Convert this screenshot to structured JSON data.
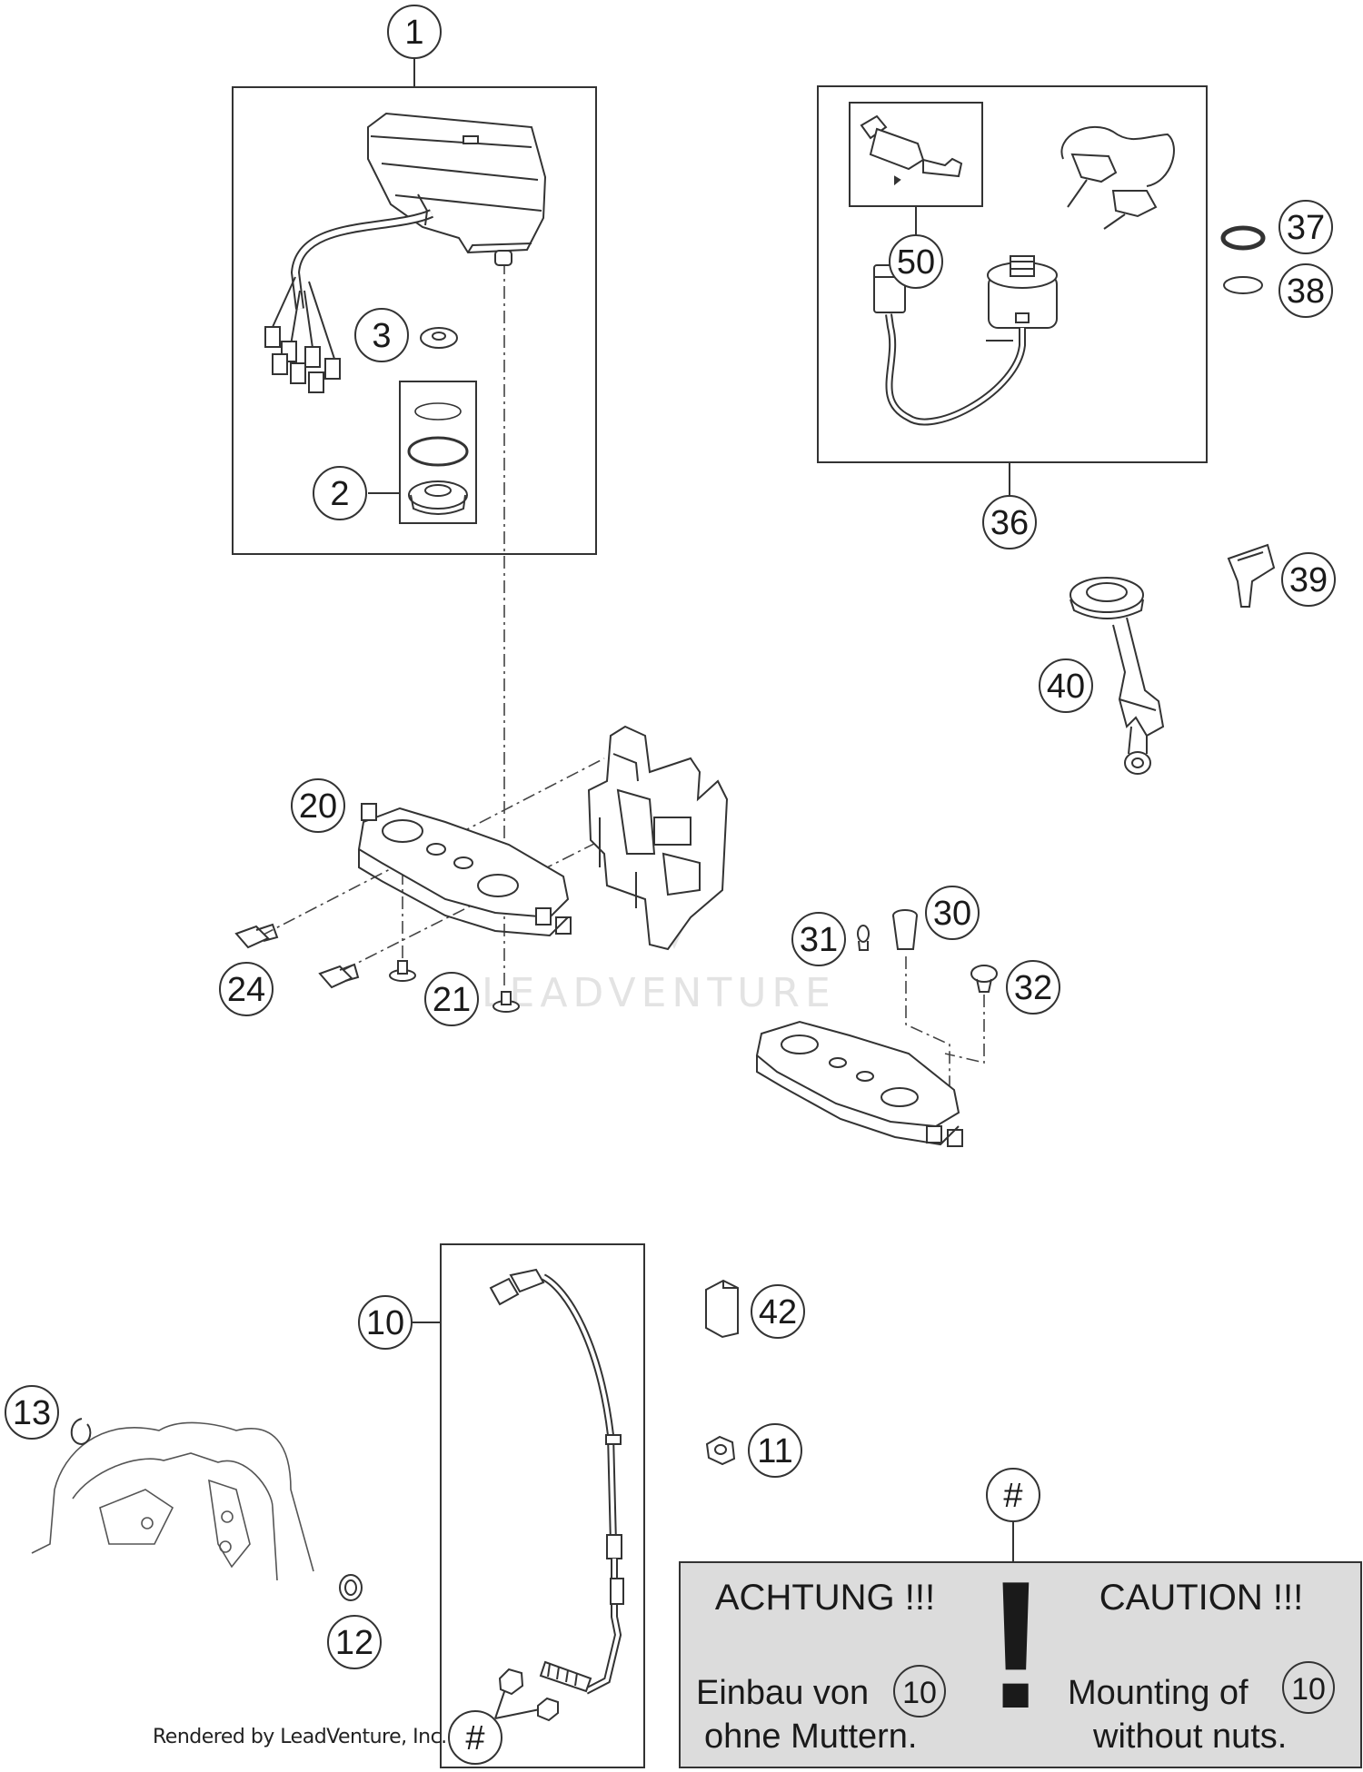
{
  "callouts": [
    {
      "id": "c1",
      "label": "1"
    },
    {
      "id": "c2",
      "label": "2"
    },
    {
      "id": "c3",
      "label": "3"
    },
    {
      "id": "c10",
      "label": "10"
    },
    {
      "id": "c11",
      "label": "11"
    },
    {
      "id": "c12",
      "label": "12"
    },
    {
      "id": "c13",
      "label": "13"
    },
    {
      "id": "c20",
      "label": "20"
    },
    {
      "id": "c21",
      "label": "21"
    },
    {
      "id": "c24",
      "label": "24"
    },
    {
      "id": "c30",
      "label": "30"
    },
    {
      "id": "c31",
      "label": "31"
    },
    {
      "id": "c32",
      "label": "32"
    },
    {
      "id": "c36",
      "label": "36"
    },
    {
      "id": "c37",
      "label": "37"
    },
    {
      "id": "c38",
      "label": "38"
    },
    {
      "id": "c39",
      "label": "39"
    },
    {
      "id": "c40",
      "label": "40"
    },
    {
      "id": "c42",
      "label": "42"
    },
    {
      "id": "c50",
      "label": "50"
    },
    {
      "id": "hash-top",
      "label": "#"
    },
    {
      "id": "hash-bottom",
      "label": "#"
    }
  ],
  "warning": {
    "left_heading": "ACHTUNG !!!",
    "right_heading": "CAUTION !!!",
    "left_line1": "Einbau von",
    "left_ref": "10",
    "left_line2": "ohne Muttern.",
    "right_line1": "Mounting of",
    "right_ref": "10",
    "right_line2": "without nuts.",
    "symbol": "!"
  },
  "watermark": "LEADVENTURE",
  "footer": "Rendered by LeadVenture, Inc.",
  "colors": {
    "stroke": "#333333",
    "panel": "#dcdcdc",
    "watermark": "#e3e3e3"
  }
}
